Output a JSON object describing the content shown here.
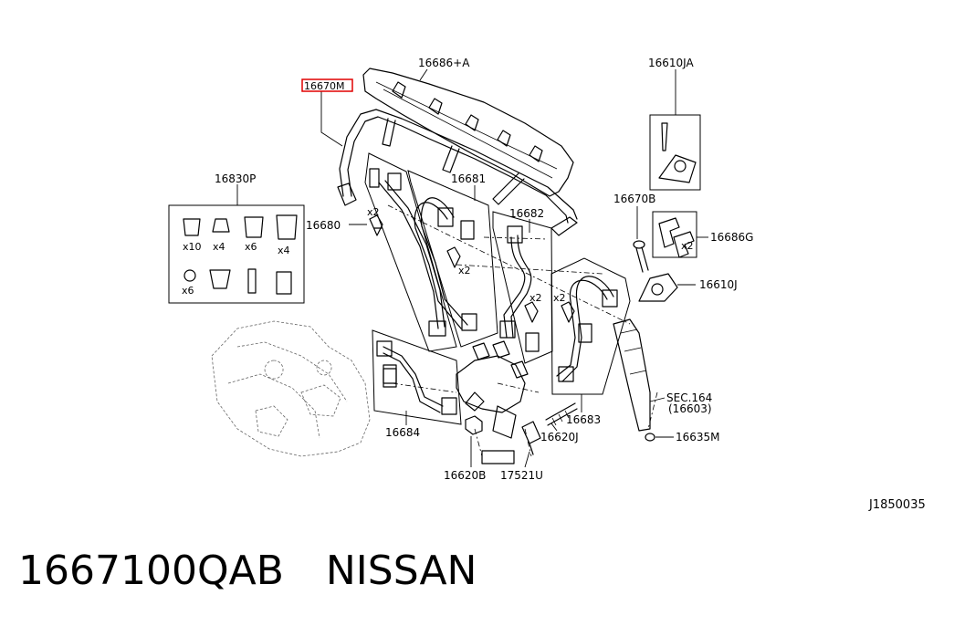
{
  "diagram": {
    "highlight_color": "#e00000",
    "drawing_code": "J1850035",
    "labels": {
      "highlighted": "16670M",
      "fuel_rail_bracket": "16686+A",
      "clamp_top": "16610JA",
      "kit": "16830P",
      "bolt": "16670B",
      "bracket_clip": "16686G",
      "clamp": "16610J",
      "tube_left": "16680",
      "tube_a": "16681",
      "tube_b": "16682",
      "tube_c": "16683",
      "tube_d": "16684",
      "stud": "16620J",
      "nut": "16620B",
      "sensor": "17521U",
      "sec_ref": "SEC.164",
      "sec_sub": "(16603)",
      "washer": "16635M"
    },
    "quantities": {
      "clip_left": "x2",
      "clip_a": "x2",
      "clip_b": "x2",
      "clip_c": "x2",
      "bracket_clip": "x2",
      "kit_cap1": "x10",
      "kit_cap2": "x4",
      "kit_cap3": "x6",
      "kit_cap4": "x4",
      "kit_washer": "x6"
    }
  },
  "footer": {
    "part_number": "1667100QAB",
    "brand": "NISSAN"
  }
}
